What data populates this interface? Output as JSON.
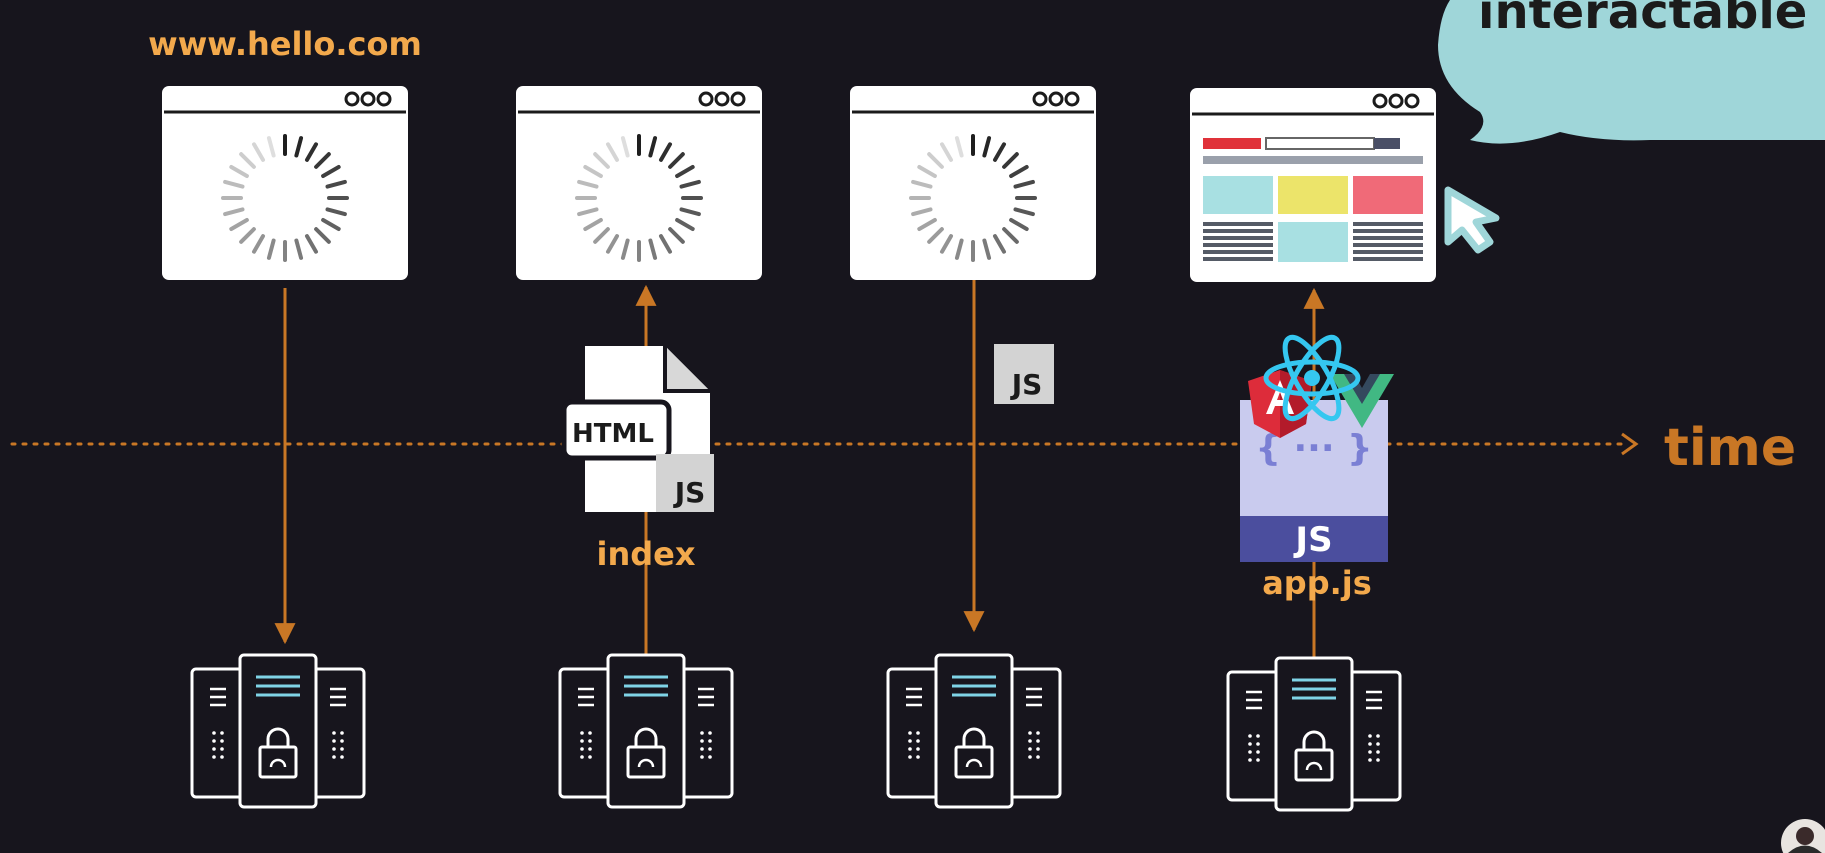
{
  "labels": {
    "url": "www.hello.com",
    "index_file": "index",
    "app_file": "app.js",
    "time": "time",
    "bubble": "interactable"
  },
  "file_badges": {
    "html": "HTML",
    "js_small": "JS",
    "js_standalone": "JS",
    "js_bundle": "JS",
    "bundle_braces": "{ ··· }"
  },
  "colors": {
    "background": "#17151d",
    "accent_orange": "#c97725",
    "label_orange": "#f3a94c",
    "bubble_teal": "#9fd6d9",
    "server_stroke": "#ffffff",
    "server_accent": "#7fd3e6",
    "js_bundle_band": "#4b4e9e",
    "js_bundle_body": "#c9cbee",
    "react_blue": "#35c7f0",
    "angular_red": "#dd2c3a",
    "vue_green": "#41b883"
  },
  "icons": {
    "browser": "browser-window-icon",
    "spinner": "loading-spinner-icon",
    "server": "server-rack-icon",
    "cursor": "mouse-cursor-icon",
    "react": "react-logo-icon",
    "angular": "angular-logo-icon",
    "vue": "vue-logo-icon"
  },
  "browser_states": [
    "loading",
    "loading",
    "loading",
    "rendered"
  ]
}
